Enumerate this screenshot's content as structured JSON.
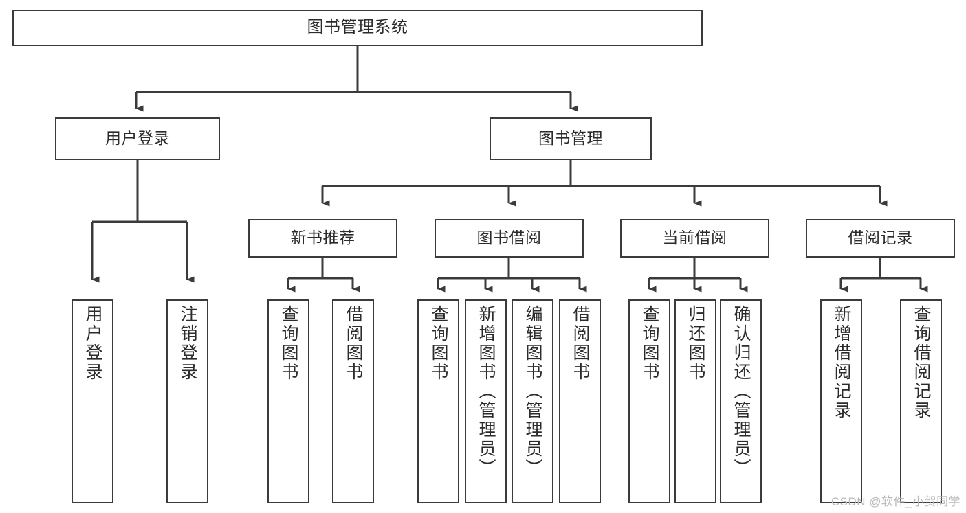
{
  "diagram": {
    "title": "图书管理系统",
    "watermark": "CSDN @软件_小贺同学",
    "colors": {
      "background": "#ffffff",
      "border": "#3b3b3b",
      "connector": "#3b3b3b",
      "text": "#2b2b2b",
      "watermark": "#b9b9b9"
    },
    "levels": {
      "root": "图书管理系统",
      "level1": [
        "用户登录",
        "图书管理"
      ],
      "level2": [
        "新书推荐",
        "图书借阅",
        "当前借阅",
        "借阅记录"
      ]
    },
    "nodes": {
      "root": {
        "label": "图书管理系统"
      },
      "user_login": {
        "label": "用户登录"
      },
      "book_manage": {
        "label": "图书管理"
      },
      "new_book_rec": {
        "label": "新书推荐"
      },
      "book_borrow": {
        "label": "图书借阅"
      },
      "current_borrow": {
        "label": "当前借阅"
      },
      "borrow_record": {
        "label": "借阅记录"
      },
      "leaf_user_login": {
        "label": "用户登录"
      },
      "leaf_logout": {
        "label": "注销登录"
      },
      "leaf_query_book_a": {
        "label": "查询图书"
      },
      "leaf_borrow_book_a": {
        "label": "借阅图书"
      },
      "leaf_query_book_b": {
        "label": "查询图书"
      },
      "leaf_add_book": {
        "label": "新增图书（管理员）"
      },
      "leaf_edit_book": {
        "label": "编辑图书（管理员）"
      },
      "leaf_borrow_book_b": {
        "label": "借阅图书"
      },
      "leaf_query_book_c": {
        "label": "查询图书"
      },
      "leaf_return_book": {
        "label": "归还图书"
      },
      "leaf_confirm_return": {
        "label": "确认归还（管理员）"
      },
      "leaf_add_record": {
        "label": "新增借阅记录"
      },
      "leaf_query_record": {
        "label": "查询借阅记录"
      }
    }
  }
}
